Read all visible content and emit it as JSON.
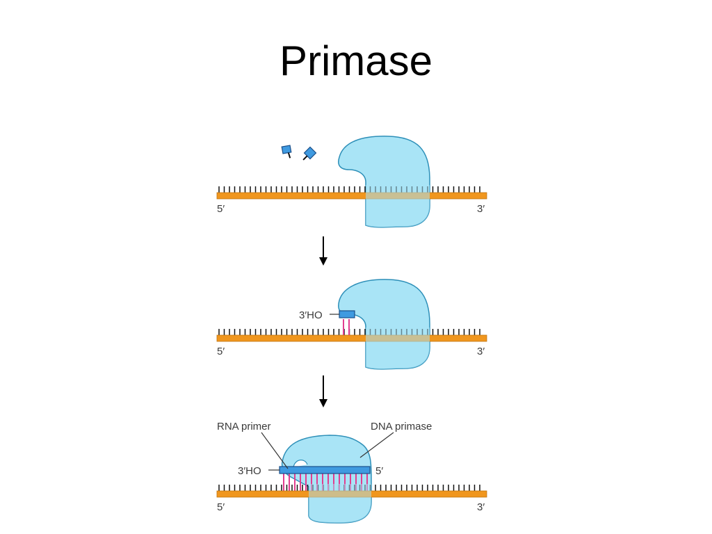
{
  "slide": {
    "title": "Primase"
  },
  "colors": {
    "dna_strand": "#f0961e",
    "enzyme_fill": "#a9e4f6",
    "enzyme_stroke": "#2d8fb8",
    "primer_fill": "#3f9ae0",
    "primer_stroke": "#1a4f8a",
    "base_pair": "#e23d8f",
    "arrow": "#000000"
  },
  "panels": [
    {
      "strand_left_label": "5′",
      "strand_right_label": "3′"
    },
    {
      "strand_left_label": "5′",
      "strand_right_label": "3′",
      "primer_end_label": "3′HO"
    },
    {
      "strand_left_label": "5′",
      "strand_right_label": "3′",
      "primer_end_label": "3′HO",
      "primer_5_label": "5′",
      "rna_primer_label": "RNA primer",
      "dna_primase_label": "DNA primase"
    }
  ]
}
